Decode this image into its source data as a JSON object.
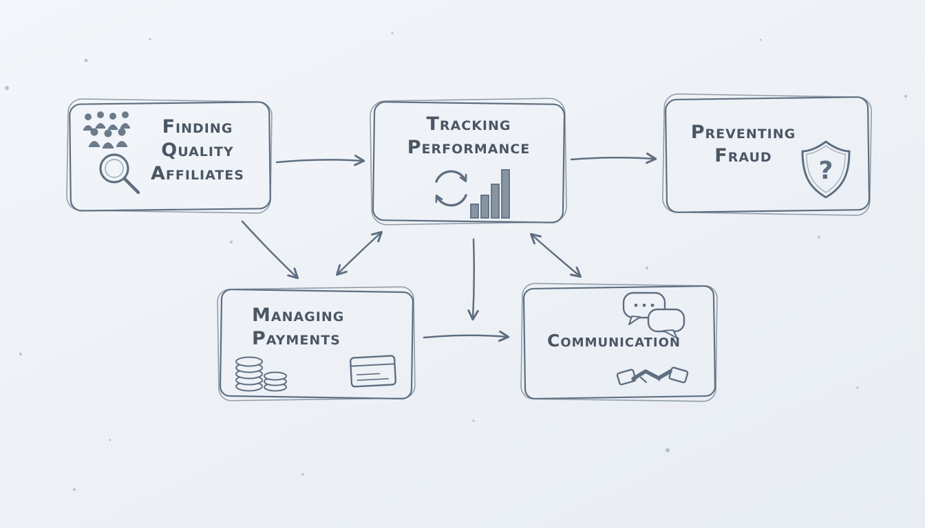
{
  "canvas": {
    "background": "#eef1f6",
    "ink_color": "#5e6e80",
    "text_color": "#4b5664"
  },
  "nodes": [
    {
      "id": "finding-quality-affiliates",
      "label": "Finding Quality Affiliates",
      "icons": [
        "people-group-icon",
        "magnifier-icon"
      ]
    },
    {
      "id": "tracking-performance",
      "label": "Tracking Performance",
      "icons": [
        "refresh-arrows-icon",
        "bar-chart-icon"
      ]
    },
    {
      "id": "preventing-fraud",
      "label": "Preventing Fraud",
      "icons": [
        "shield-question-icon"
      ]
    },
    {
      "id": "managing-payments",
      "label": "Managing Payments",
      "icons": [
        "coin-stacks-icon",
        "credit-card-icon"
      ]
    },
    {
      "id": "communication",
      "label": "Communication",
      "icons": [
        "chat-bubbles-icon",
        "handshake-icon"
      ]
    }
  ],
  "edges": [
    {
      "from": "finding-quality-affiliates",
      "to": "tracking-performance",
      "bidirectional": false
    },
    {
      "from": "tracking-performance",
      "to": "preventing-fraud",
      "bidirectional": false
    },
    {
      "from": "finding-quality-affiliates",
      "to": "managing-payments",
      "bidirectional": false
    },
    {
      "from": "managing-payments",
      "to": "tracking-performance",
      "bidirectional": true
    },
    {
      "from": "tracking-performance",
      "to": "communication",
      "bidirectional": false
    },
    {
      "from": "tracking-performance",
      "to": "communication",
      "bidirectional": true
    },
    {
      "from": "managing-payments",
      "to": "communication",
      "bidirectional": false
    }
  ],
  "shield_question_mark": "?"
}
